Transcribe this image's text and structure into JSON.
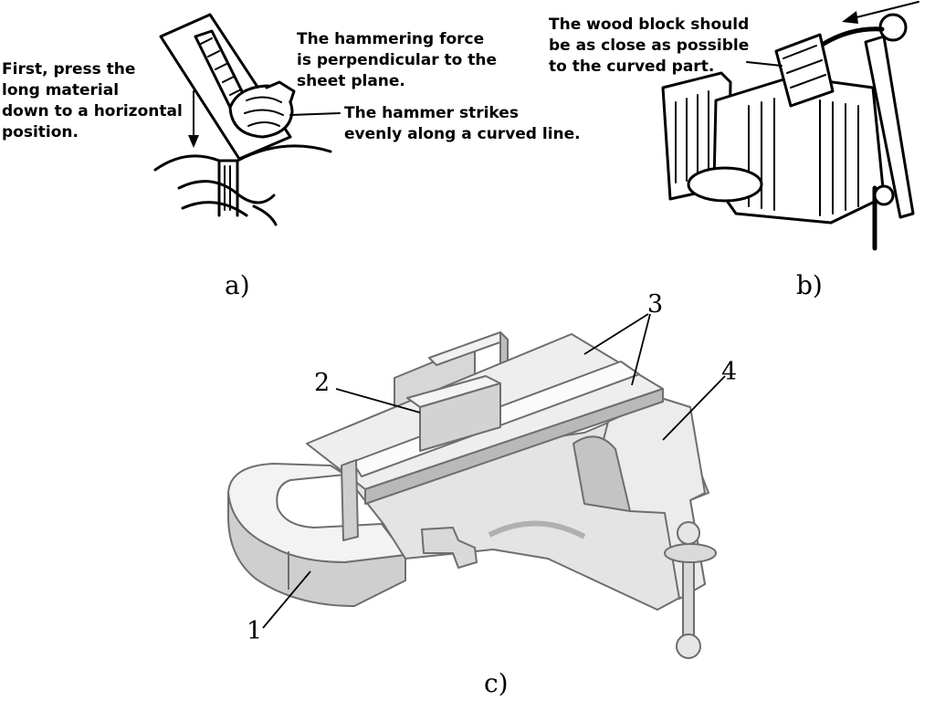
{
  "panel_a": {
    "caption": "a)",
    "note_press": [
      "First, press the",
      "long material",
      "down to a horizontal",
      "position."
    ],
    "note_force": [
      "The hammering force",
      "is perpendicular to the",
      "sheet plane."
    ],
    "note_strikes": [
      "The hammer strikes",
      "evenly along a curved line."
    ]
  },
  "panel_b": {
    "caption": "b)",
    "note_block": [
      "The wood block should",
      "be as close as possible",
      "to the curved part."
    ]
  },
  "panel_c": {
    "caption": "c)",
    "callouts": [
      "1",
      "2",
      "3",
      "4"
    ]
  }
}
